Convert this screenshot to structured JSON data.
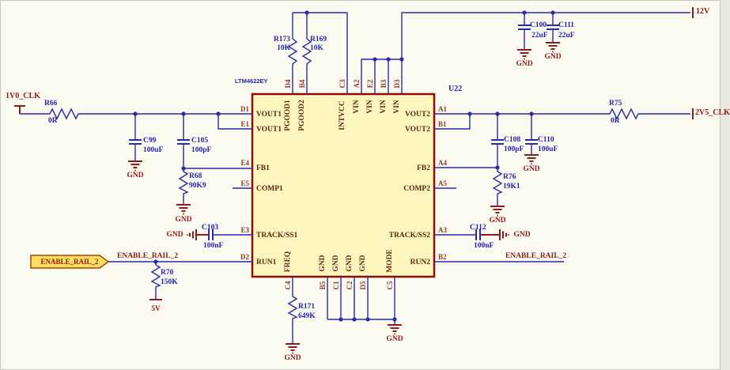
{
  "ic": {
    "ref": "U22",
    "part": "LTM4622EY",
    "left_pins": [
      {
        "des": "D1",
        "name": "VOUT1"
      },
      {
        "des": "E1",
        "name": "VOUT1"
      },
      {
        "des": "E4",
        "name": "FB1"
      },
      {
        "des": "E5",
        "name": "COMP1"
      },
      {
        "des": "E3",
        "name": "TRACK/SS1"
      },
      {
        "des": "D2",
        "name": "RUN1"
      }
    ],
    "right_pins": [
      {
        "des": "A1",
        "name": "VOUT2"
      },
      {
        "des": "B1",
        "name": "VOUT2"
      },
      {
        "des": "A4",
        "name": "FB2"
      },
      {
        "des": "A5",
        "name": "COMP2"
      },
      {
        "des": "A3",
        "name": "TRACK/SS2"
      },
      {
        "des": "B2",
        "name": "RUN2"
      }
    ],
    "top_pins": [
      {
        "des": "D4",
        "name": "PGOOD1"
      },
      {
        "des": "B4",
        "name": "PGOOD2"
      },
      {
        "des": "C3",
        "name": "INTVCC"
      },
      {
        "des": "A2",
        "name": "VIN"
      },
      {
        "des": "E2",
        "name": "VIN"
      },
      {
        "des": "B3",
        "name": "VIN"
      },
      {
        "des": "D3",
        "name": "VIN"
      }
    ],
    "bottom_pins": [
      {
        "des": "C4",
        "name": "FREQ"
      },
      {
        "des": "B5",
        "name": "GND"
      },
      {
        "des": "C1",
        "name": "GND"
      },
      {
        "des": "C2",
        "name": "GND"
      },
      {
        "des": "D5",
        "name": "GND"
      },
      {
        "des": "C5",
        "name": "MODE"
      }
    ]
  },
  "res": {
    "r66": {
      "ref": "R66",
      "value": "0R"
    },
    "r75": {
      "ref": "R75",
      "value": "0R"
    },
    "r68": {
      "ref": "R68",
      "value": "90K9"
    },
    "r76": {
      "ref": "R76",
      "value": "19K1"
    },
    "r70": {
      "ref": "R70",
      "value": "150K"
    },
    "r171": {
      "ref": "R171",
      "value": "649K"
    },
    "r173": {
      "ref": "R173",
      "value": "10K"
    },
    "r169": {
      "ref": "R169",
      "value": "10K"
    }
  },
  "cap": {
    "c99": {
      "ref": "C99",
      "value": "100uF"
    },
    "c105": {
      "ref": "C105",
      "value": "100pF"
    },
    "c103": {
      "ref": "C103",
      "value": "100nF"
    },
    "c112": {
      "ref": "C112",
      "value": "100nF"
    },
    "c108": {
      "ref": "C108",
      "value": "100pF"
    },
    "c110": {
      "ref": "C110",
      "value": "100uF"
    },
    "c100": {
      "ref": "C100",
      "value": "22uF"
    },
    "c111": {
      "ref": "C111",
      "value": "22uF"
    }
  },
  "ports": {
    "p1v0": "1V0_CLK",
    "p2v5": "2V5_CLK",
    "p12v": "12V",
    "p5v": "5V",
    "enable": "ENABLE_RAIL_2"
  },
  "net_labels": {
    "enable_left": "ENABLE_RAIL_2",
    "enable_right": "ENABLE_RAIL_2"
  },
  "gnd": "GND"
}
